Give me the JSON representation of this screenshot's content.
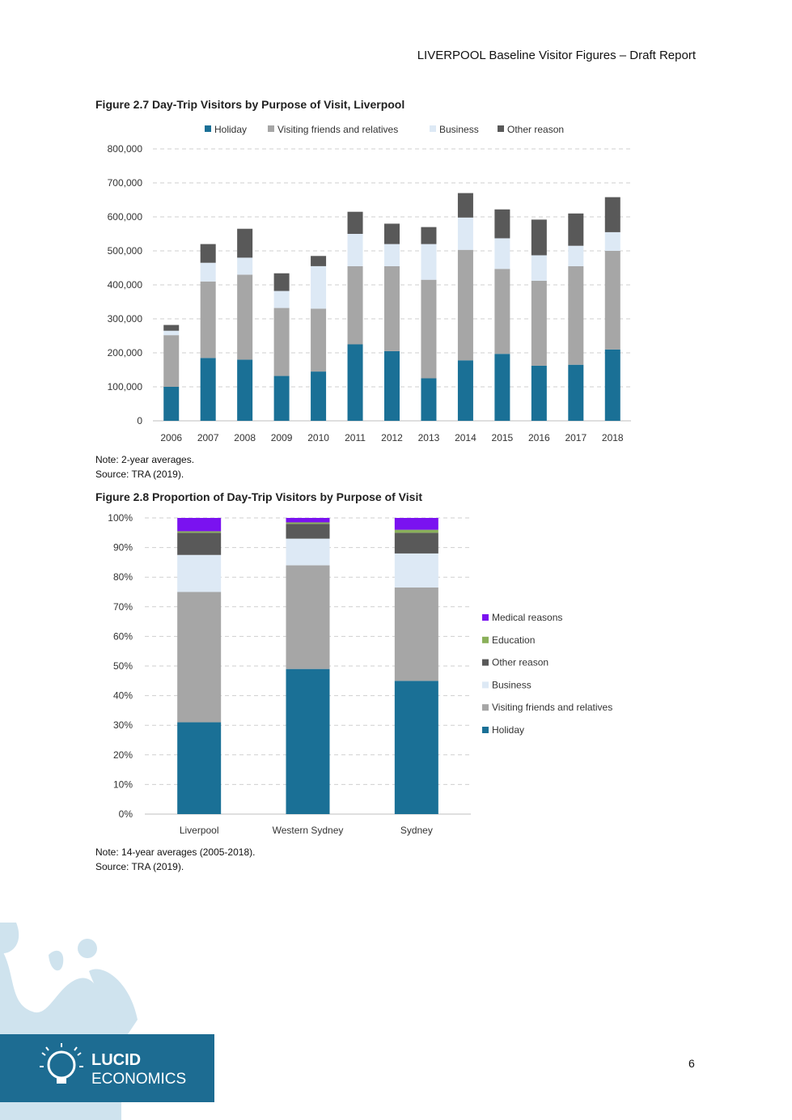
{
  "header": {
    "title": "LIVERPOOL Baseline Visitor Figures – Draft Report"
  },
  "figure1": {
    "title": "Figure 2.7 Day-Trip Visitors by Purpose of Visit, Liverpool",
    "note": "Note: 2-year averages.",
    "source": "Source: TRA (2019)."
  },
  "figure2": {
    "title": "Figure 2.8 Proportion of Day-Trip Visitors by Purpose of Visit",
    "note": "Note: 14-year averages (2005-2018).",
    "source": "Source: TRA (2019)."
  },
  "page_number": "6",
  "logo": {
    "line1": "LUCID",
    "line2": "ECONOMICS"
  },
  "colors": {
    "holiday": "#1a7096",
    "vfr": "#a6a6a6",
    "business": "#dde9f5",
    "other": "#595959",
    "education": "#8ab05a",
    "medical": "#7a12f0"
  },
  "chart_data": [
    {
      "type": "bar",
      "stacked": true,
      "categories": [
        "2006",
        "2007",
        "2008",
        "2009",
        "2010",
        "2011",
        "2012",
        "2013",
        "2014",
        "2015",
        "2016",
        "2017",
        "2018"
      ],
      "series": [
        {
          "name": "Holiday",
          "color": "#1a7096",
          "values": [
            100000,
            185000,
            180000,
            132000,
            145000,
            225000,
            205000,
            125000,
            178000,
            197000,
            162000,
            165000,
            210000
          ]
        },
        {
          "name": "Visiting friends and relatives",
          "color": "#a6a6a6",
          "values": [
            152000,
            225000,
            250000,
            200000,
            185000,
            230000,
            250000,
            290000,
            325000,
            250000,
            250000,
            290000,
            290000
          ]
        },
        {
          "name": "Business",
          "color": "#dde9f5",
          "values": [
            13000,
            55000,
            50000,
            50000,
            125000,
            95000,
            65000,
            105000,
            95000,
            90000,
            75000,
            60000,
            55000
          ]
        },
        {
          "name": "Other reason",
          "color": "#595959",
          "values": [
            17000,
            55000,
            85000,
            52000,
            30000,
            65000,
            60000,
            50000,
            72000,
            85000,
            105000,
            95000,
            103000
          ]
        }
      ],
      "ylim": [
        0,
        800000
      ],
      "yticks": [
        "0",
        "100,000",
        "200,000",
        "300,000",
        "400,000",
        "500,000",
        "600,000",
        "700,000",
        "800,000"
      ],
      "grid": true,
      "legend": "top"
    },
    {
      "type": "bar",
      "stacked": true,
      "percent": true,
      "categories": [
        "Liverpool",
        "Western Sydney",
        "Sydney"
      ],
      "series": [
        {
          "name": "Holiday",
          "color": "#1a7096",
          "values": [
            31,
            49,
            45
          ]
        },
        {
          "name": "Visiting friends and relatives",
          "color": "#a6a6a6",
          "values": [
            44,
            35,
            31.5
          ]
        },
        {
          "name": "Business",
          "color": "#dde9f5",
          "values": [
            12.5,
            9,
            11.5
          ]
        },
        {
          "name": "Other reason",
          "color": "#595959",
          "values": [
            7.5,
            5,
            7
          ]
        },
        {
          "name": "Education",
          "color": "#8ab05a",
          "values": [
            0.5,
            0.5,
            1
          ]
        },
        {
          "name": "Medical reasons",
          "color": "#7a12f0",
          "values": [
            4.5,
            1.5,
            4
          ]
        }
      ],
      "legend_order": [
        "Medical reasons",
        "Education",
        "Other reason",
        "Business",
        "Visiting friends and relatives",
        "Holiday"
      ],
      "ylim": [
        0,
        100
      ],
      "yticks": [
        "0%",
        "10%",
        "20%",
        "30%",
        "40%",
        "50%",
        "60%",
        "70%",
        "80%",
        "90%",
        "100%"
      ],
      "grid": true,
      "legend": "right"
    }
  ]
}
